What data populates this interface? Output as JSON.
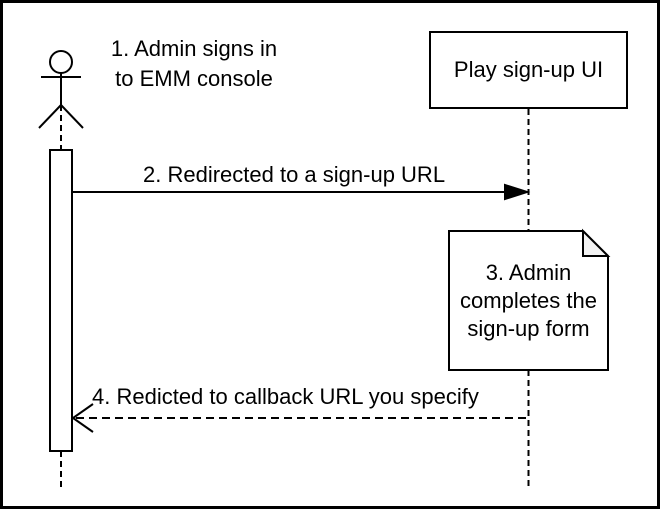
{
  "diagram": {
    "type": "uml-sequence",
    "colors": {
      "stroke": "#000000",
      "background": "#ffffff",
      "shape_fill": "#ffffff",
      "note_fold": "#f2f2f2"
    },
    "actor": {
      "icon": "stick-figure-actor",
      "annotation": "1. Admin signs in\nto EMM console"
    },
    "participant": {
      "name": "Play sign-up UI"
    },
    "note": {
      "text": "3. Admin\ncompletes the\nsign-up form"
    },
    "messages": [
      {
        "order": "2",
        "label": "2. Redirected to a sign-up URL",
        "line_style": "solid",
        "arrowhead": "filled",
        "direction": "left-to-right"
      },
      {
        "order": "4",
        "label": "4. Redicted to callback URL you specify",
        "line_style": "dashed",
        "arrowhead": "open",
        "direction": "right-to-left"
      }
    ]
  }
}
